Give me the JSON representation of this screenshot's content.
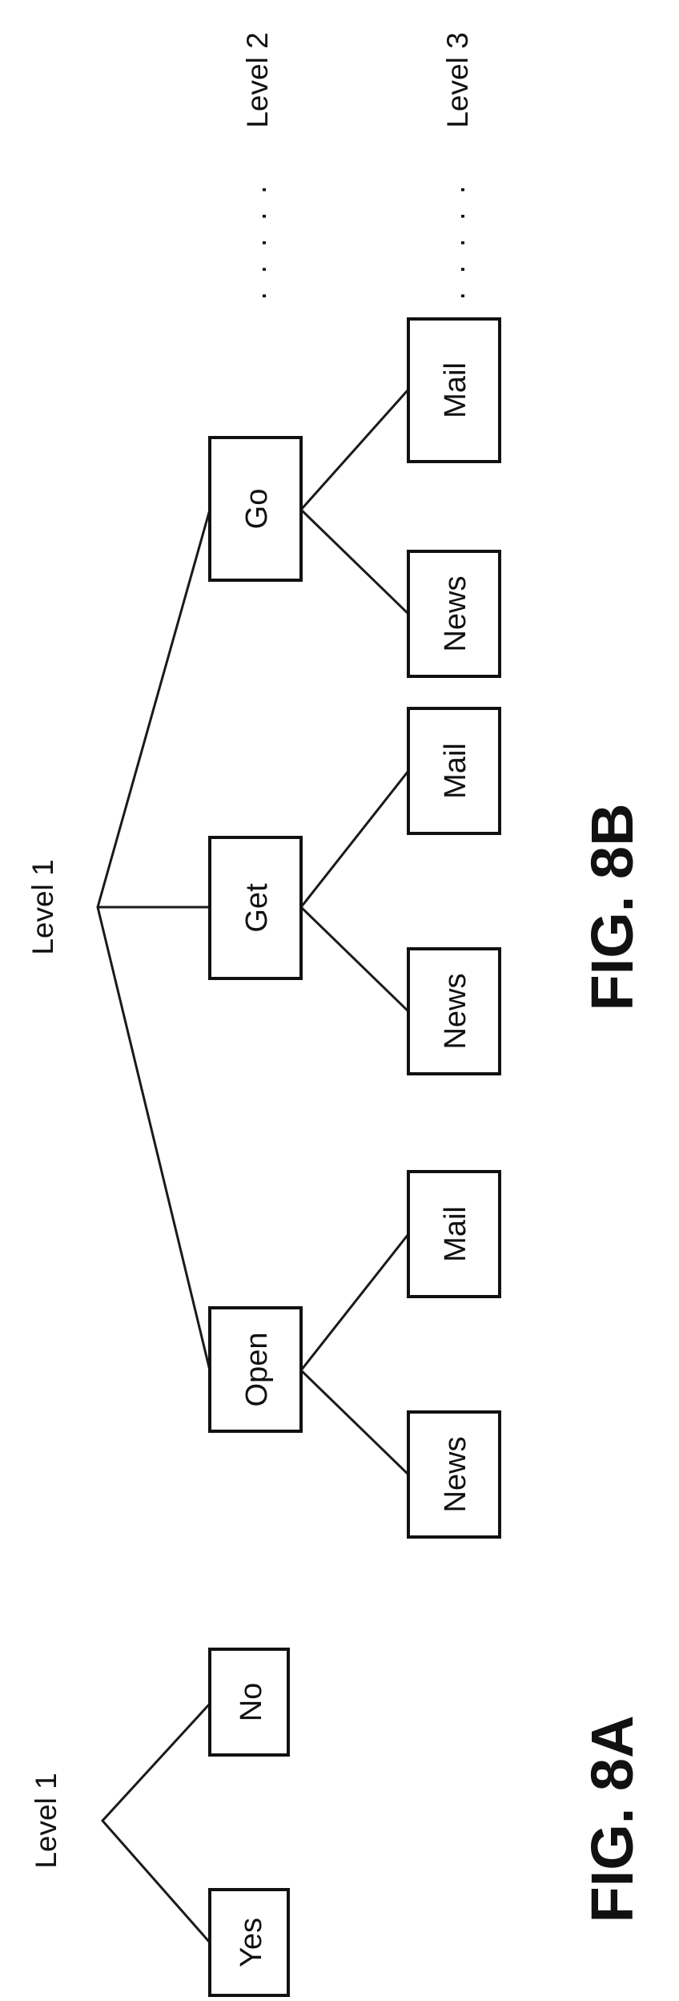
{
  "fig_8a": {
    "caption": "FIG. 8A",
    "root_label": "Level 1",
    "nodes": [
      "Yes",
      "No"
    ]
  },
  "fig_8b": {
    "caption": "FIG. 8B",
    "root_label": "Level 1",
    "level2_label": "Level 2",
    "level3_label": "Level 3",
    "continuation": ". . . . .",
    "level2_nodes": [
      "Open",
      "Get",
      "Go"
    ],
    "level3_nodes": {
      "open": [
        "News",
        "Mail"
      ],
      "get": [
        "News",
        "Mail"
      ],
      "go": [
        "News",
        "Mail"
      ]
    }
  }
}
